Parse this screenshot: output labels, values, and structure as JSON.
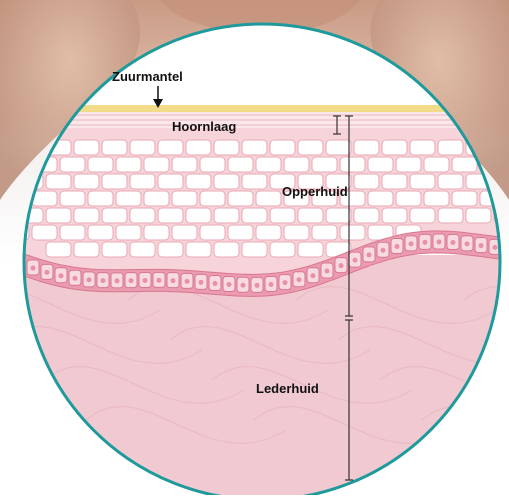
{
  "labels": {
    "acid_mantle": "Zuurmantel",
    "stratum_corneum": "Hoornlaag",
    "epidermis": "Opperhuid",
    "dermis": "Lederhuid"
  },
  "colors": {
    "ring": "#1f9a9c",
    "acid_mantle": "#f2dc8a",
    "epidermis_fill": "#f7d4da",
    "cell_fill": "#ffffff",
    "cell_stroke": "#e9a8b4",
    "basal_band": "#e890a5",
    "dermis_fill": "#f1c9d1",
    "photo_bg": "#d9b7a4",
    "measure_line": "#333333"
  }
}
